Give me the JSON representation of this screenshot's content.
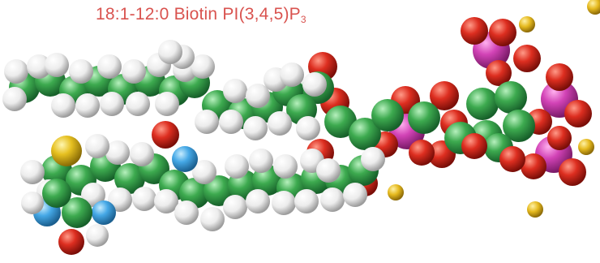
{
  "title": {
    "main": "18:1-12:0 Biotin PI(3,4,5)P",
    "subscript": "3"
  },
  "colors": {
    "title": "#d9534f",
    "carbon": "#3daa4f",
    "hydrogen": "#f2f2f2",
    "oxygen": "#dd2e20",
    "phosphorus": "#d243b6",
    "nitrogen": "#45a8e6",
    "sulfur": "#e6c020",
    "ion": "#e5b91e"
  },
  "model": {
    "type": "space-filling molecular model",
    "elements_shown": [
      "carbon",
      "hydrogen",
      "oxygen",
      "phosphorus",
      "nitrogen",
      "sulfur",
      "counter-ion"
    ]
  }
}
